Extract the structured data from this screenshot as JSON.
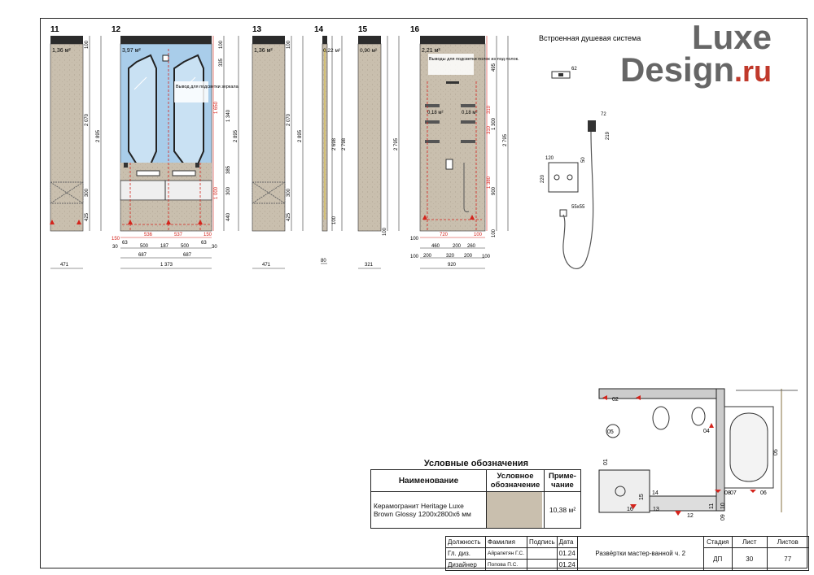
{
  "panels": {
    "p11": {
      "num": "11",
      "area": "1,36 м²",
      "dims": [
        "100",
        "2 070",
        "2 895",
        "300",
        "425"
      ],
      "width": "471"
    },
    "p12": {
      "num": "12",
      "area": "3,97 м²",
      "note": "Вывод для подсветки зеркала",
      "vdims": [
        "100",
        "335",
        "1 650",
        "1 340",
        "2 895",
        "385",
        "300",
        "1 000",
        "440"
      ],
      "hdims1": [
        "150",
        "536",
        "537",
        "150"
      ],
      "hdims2": [
        "30",
        "63",
        "500",
        "187",
        "500",
        "63",
        "30"
      ],
      "hdims3": [
        "687",
        "687"
      ],
      "total": "1 373"
    },
    "p13": {
      "num": "13",
      "area": "1,36 м²",
      "dims": [
        "100",
        "2 070",
        "2 895",
        "300",
        "425"
      ],
      "width": "471"
    },
    "p14": {
      "num": "14",
      "area": "0,22 м²",
      "dims": [
        "2 698",
        "2 798",
        "100"
      ],
      "width": "80"
    },
    "p15": {
      "num": "15",
      "area": "0,90 м²",
      "dims": [
        "2 795",
        "100"
      ],
      "width": "321"
    },
    "p16": {
      "num": "16",
      "area": "2,21 м²",
      "note": "Выводы для подсветки полок из-под полок.",
      "sub_areas": [
        "0,18 м²",
        "0,18 м²"
      ],
      "vdims": [
        "495",
        "310",
        "1 300",
        "310",
        "2 795",
        "1 380",
        "900",
        "100"
      ],
      "hdims1": [
        "100",
        "720",
        "100"
      ],
      "hdims2": [
        "460",
        "200",
        "260"
      ],
      "hdims3": [
        "100",
        "200",
        "320",
        "200",
        "100"
      ],
      "total": "920"
    }
  },
  "shower": {
    "title": "Встроенная душевая система",
    "dims": [
      "62",
      "72",
      "219",
      "120",
      "220",
      "50",
      "55x55"
    ]
  },
  "logo": {
    "part1": "Luxe",
    "part2": "Design",
    "part3": ".ru"
  },
  "plan": {
    "marks": [
      "02",
      "05",
      "01",
      "04",
      "05",
      "14",
      "15",
      "16",
      "13",
      "12",
      "11",
      "10",
      "09",
      "08",
      "07",
      "06"
    ]
  },
  "legend": {
    "title": "Условные обозначения",
    "col_name": "Наименование",
    "col_symbol": "Условное обозначение",
    "col_note": "Приме-чание",
    "item_name": "Керамогранит Heritage Luxe Brown Glossy 1200x2800x6 мм",
    "item_note": "10,38 м²"
  },
  "stamp": {
    "h_role": "Должность",
    "h_name": "Фамилия",
    "h_sign": "Подпись",
    "h_date": "Дата",
    "r1_role": "Гл. диз.",
    "r1_name": "Айрапетян Г.С.",
    "r1_date": "01.24",
    "r2_role": "Дизайнер",
    "r2_name": "Попова П.С.",
    "r2_date": "01.24",
    "title": "Развёртки мастер-ванной ч. 2",
    "h_stage": "Стадия",
    "h_sheet": "Лист",
    "h_sheets": "Листов",
    "stage": "ДП",
    "sheet": "30",
    "sheets": "77"
  },
  "colors": {
    "tile": "#c9bfae",
    "mirror": "#a9cdea",
    "accent": "#d4241c",
    "dark": "#2b2b2b"
  }
}
